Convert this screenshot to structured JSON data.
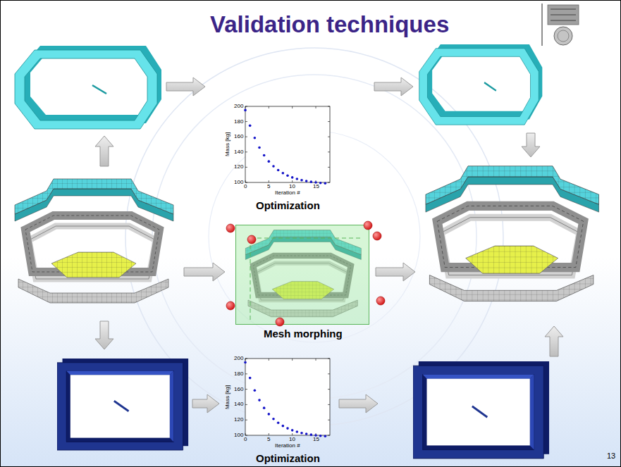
{
  "diagram": {
    "title": "Validation techniques",
    "nodes": [
      {
        "text": [
          "Optimization"
        ]
      },
      {
        "text": [
          "Mesh morphing"
        ]
      },
      {
        "text": [
          "Optimization"
        ]
      }
    ],
    "labels": [
      "200",
      "180",
      "160",
      "140",
      "120",
      "100",
      "0",
      "5",
      "10",
      "15",
      "Iteration #",
      "Mass [kg]",
      "200",
      "180",
      "160",
      "140",
      "120",
      "100",
      "0",
      "5",
      "10",
      "15",
      "Iteration #",
      "Mass [kg]",
      "13"
    ]
  }
}
